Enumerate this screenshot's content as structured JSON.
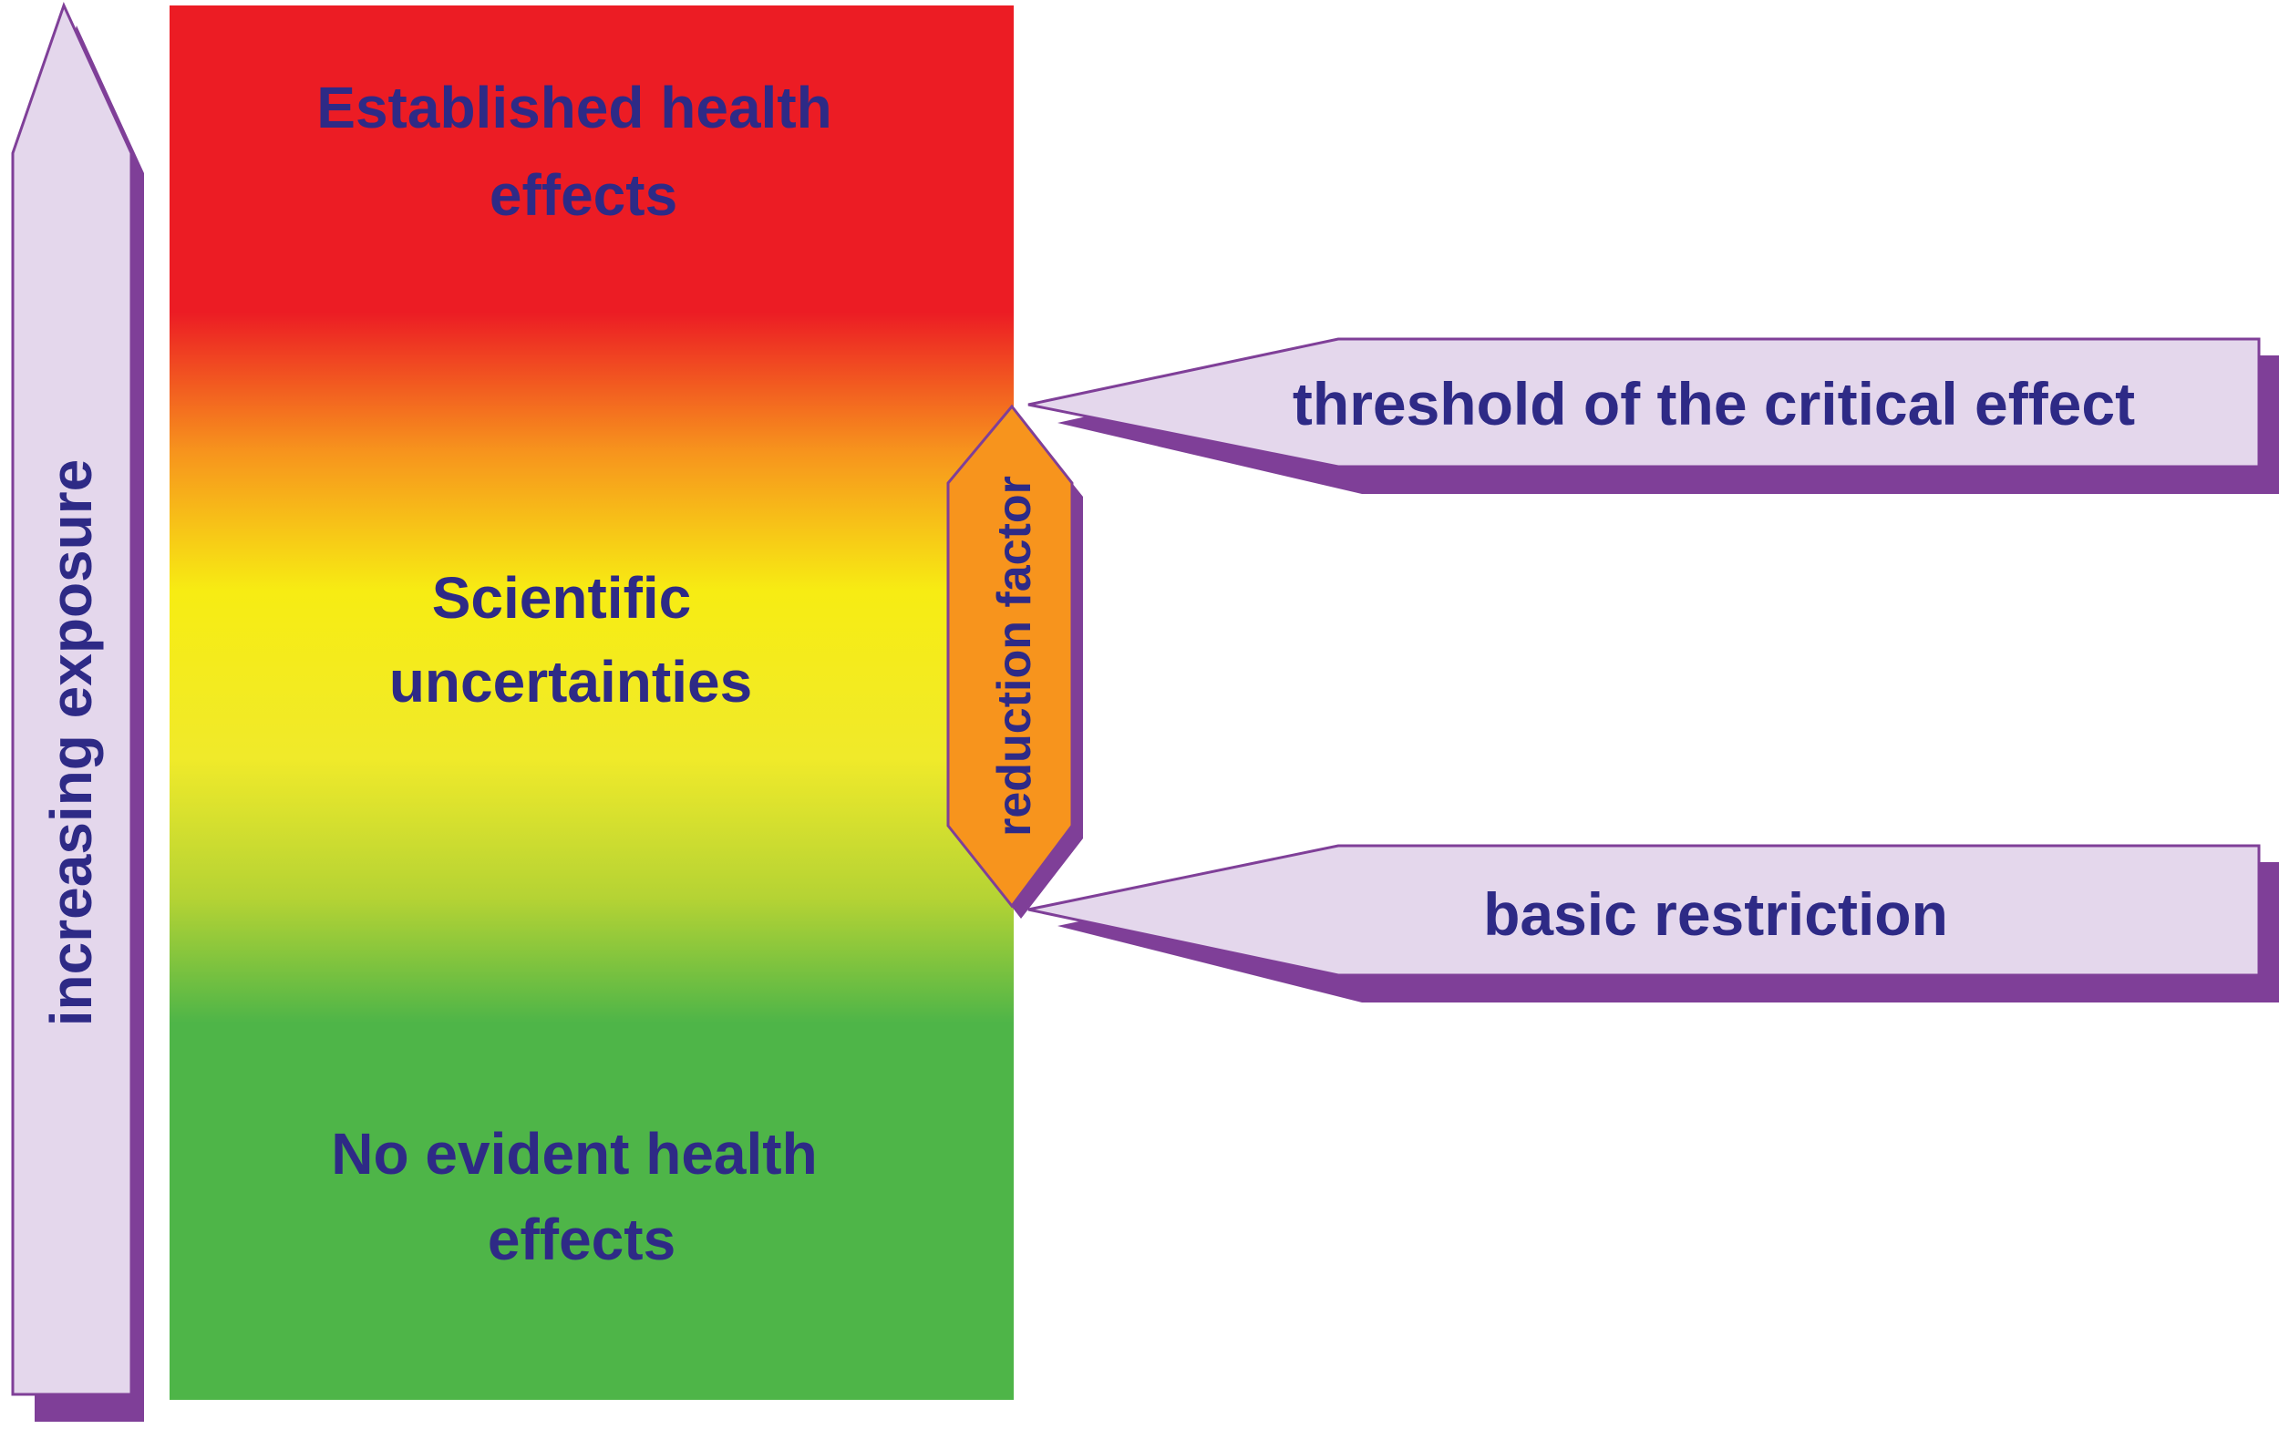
{
  "diagram": {
    "exposure_arrow": {
      "label": "increasing exposure"
    },
    "zones": {
      "top": {
        "line1": "Established health",
        "line2": "effects",
        "color": "#ec1c24"
      },
      "middle": {
        "line1": "Scientific",
        "line2": "uncertainties",
        "color": "#f7ec13"
      },
      "bottom": {
        "line1": "No evident health",
        "line2": "effects",
        "color": "#4eb548"
      }
    },
    "reduction_factor": {
      "label": "reduction factor",
      "color": "#f7941d"
    },
    "pointers": {
      "threshold": {
        "label": "threshold of the critical effect"
      },
      "basic_restriction": {
        "label": "basic restriction"
      }
    },
    "colors": {
      "text": "#2e2a86",
      "arrow_fill": "#e4d7ec",
      "arrow_shadow": "#7f3f98",
      "gradient_orange": "#f7941d",
      "gradient_lime": "#b5d334"
    }
  }
}
